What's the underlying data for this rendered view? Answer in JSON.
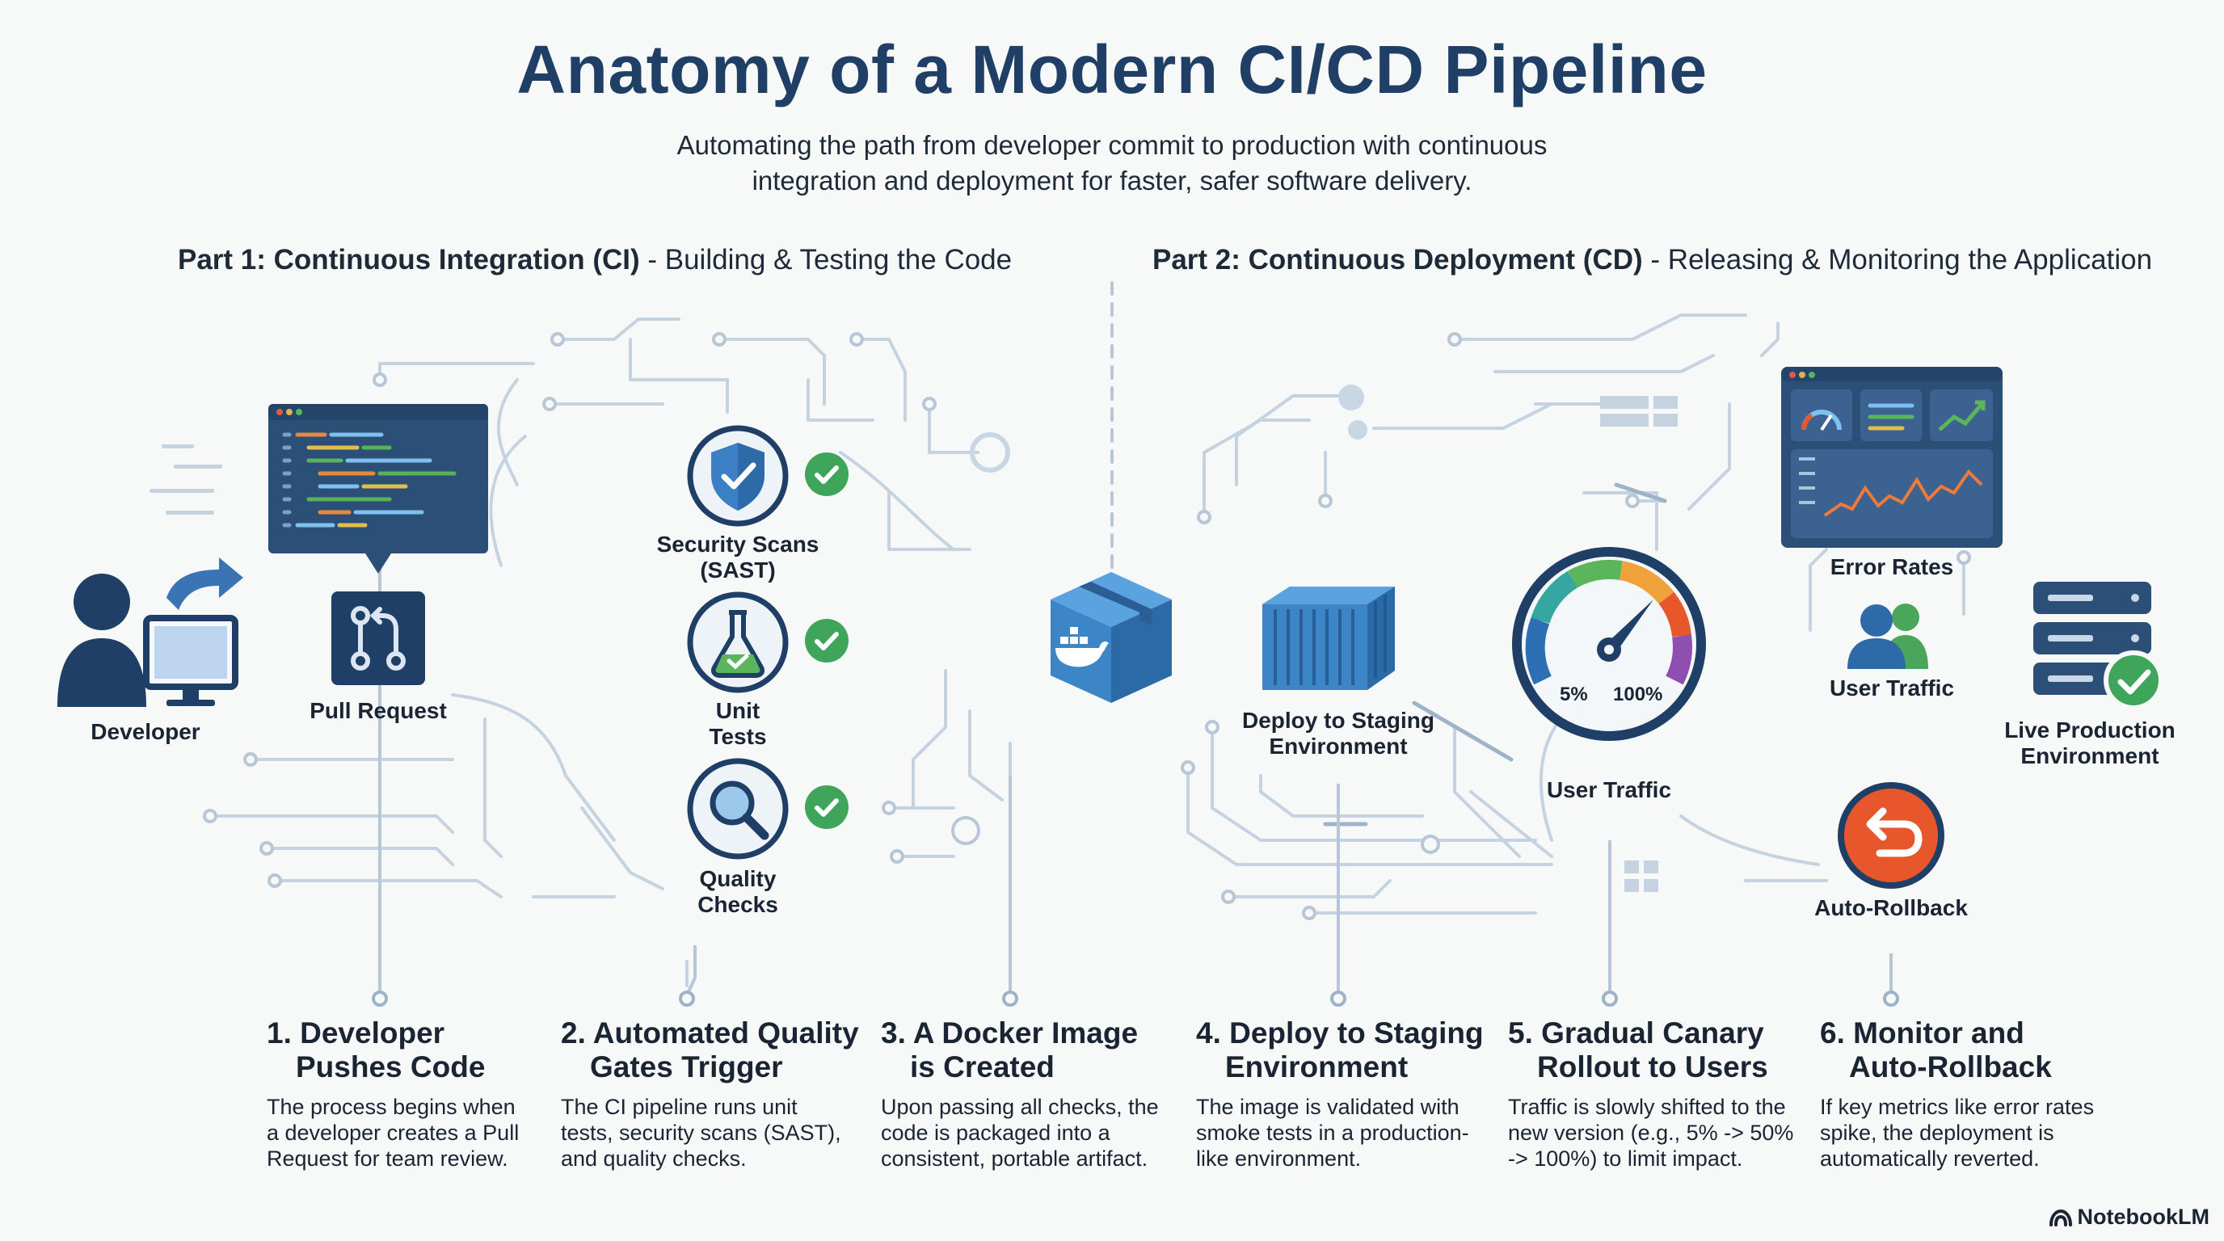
{
  "title": "Anatomy of a Modern CI/CD Pipeline",
  "subtitle": {
    "line1": "Automating the path from developer commit to production with continuous",
    "line2": "integration and deployment for faster, safer software delivery."
  },
  "part1": {
    "bold": "Part 1: Continuous Integration (CI)",
    "rest": " - Building & Testing the Code"
  },
  "part2": {
    "bold": "Part 2: Continuous Deployment (CD)",
    "rest": " - Releasing & Monitoring the Application"
  },
  "labels": {
    "developer": "Developer",
    "pull_request": "Pull Request",
    "security_1": "Security Scans",
    "security_2": "(SAST)",
    "unit_1": "Unit",
    "unit_2": "Tests",
    "quality_1": "Quality",
    "quality_2": "Checks",
    "staging_1": "Deploy to Staging",
    "staging_2": "Environment",
    "gauge_low": "5%",
    "gauge_high": "100%",
    "user_traffic_gauge": "User Traffic",
    "error_rates": "Error Rates",
    "user_traffic_dash": "User Traffic",
    "live_1": "Live Production",
    "live_2": "Environment",
    "auto_rollback": "Auto-Rollback"
  },
  "steps": [
    {
      "title1": "1. Developer",
      "title2": "Pushes Code",
      "desc": [
        "The process begins when",
        "a developer creates a Pull",
        "Request for team review."
      ]
    },
    {
      "title1": "2. Automated Quality",
      "title2": "Gates Trigger",
      "desc": [
        "The CI pipeline runs unit",
        "tests, security scans (SAST),",
        "and quality checks."
      ]
    },
    {
      "title1": "3. A Docker Image",
      "title2": "is Created",
      "desc": [
        "Upon passing all checks, the",
        "code is packaged into a",
        "consistent, portable artifact."
      ]
    },
    {
      "title1": "4. Deploy to Staging",
      "title2": "Environment",
      "desc": [
        "The image is validated with",
        "smoke tests in a production-",
        "like environment."
      ]
    },
    {
      "title1": "5. Gradual Canary",
      "title2": "Rollout to Users",
      "desc": [
        "Traffic is slowly shifted to the",
        "new version (e.g., 5% -> 50%",
        "-> 100%) to limit impact."
      ]
    },
    {
      "title1": "6. Monitor and",
      "title2": "Auto-Rollback",
      "desc": [
        "If key metrics like error rates",
        "spike, the deployment is",
        "automatically reverted."
      ]
    }
  ],
  "brand": "NotebookLM",
  "colors": {
    "navy": "#1f3f66",
    "icon_blue": "#2f5b8e",
    "light_blue": "#4a90d0",
    "circuit": "#c5d3e0",
    "check_green": "#3fa55b",
    "rollback_orange": "#e8572b",
    "background": "#f7f8f8"
  },
  "icons": [
    "developer-person-icon",
    "code-window-icon",
    "pull-request-icon",
    "shield-icon",
    "flask-icon",
    "magnifier-icon",
    "check-icon",
    "docker-box-icon",
    "shipping-container-icon",
    "gauge-icon",
    "dashboard-icon",
    "users-icon",
    "server-stack-icon",
    "rollback-icon",
    "notebooklm-logo-icon"
  ]
}
